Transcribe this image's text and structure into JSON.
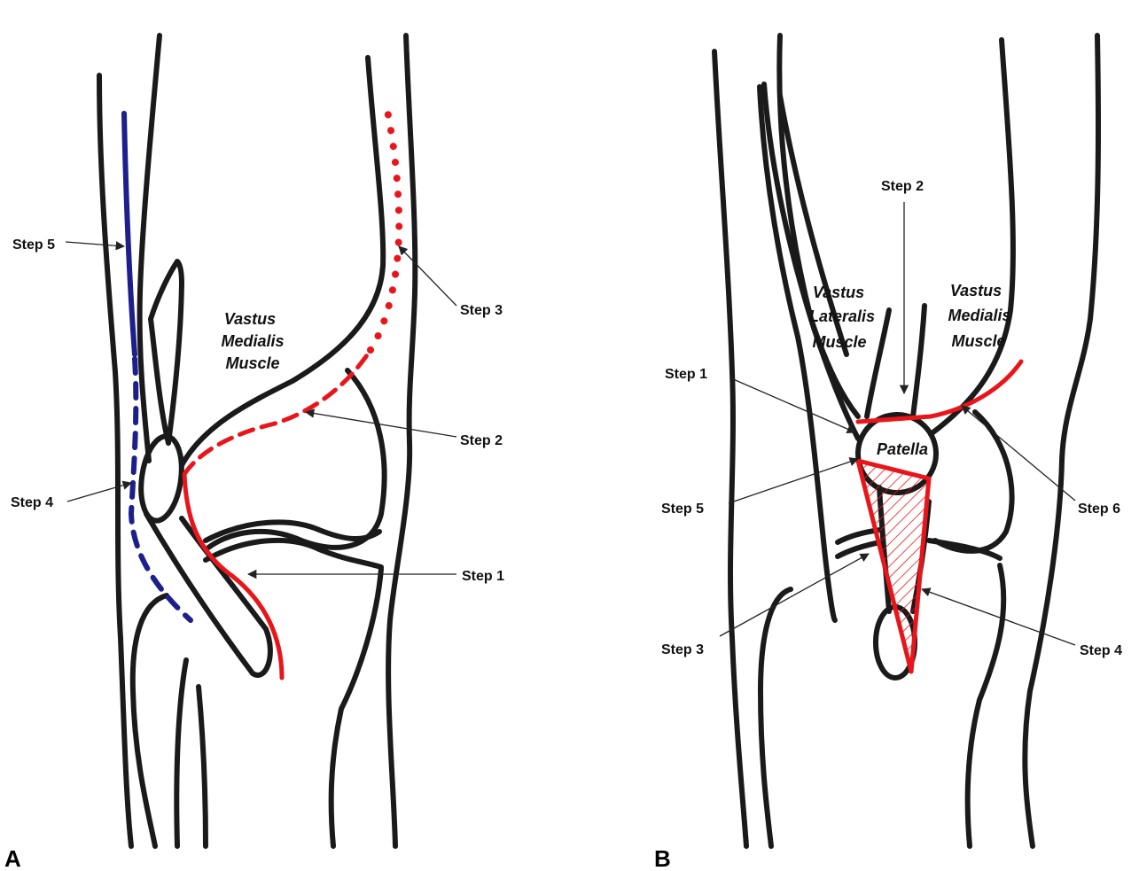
{
  "colors": {
    "outline": "#1a1a1a",
    "red_path": "#e8161b",
    "blue_path": "#1c1f8c"
  },
  "panel_a": {
    "letter": "A",
    "muscle_label": [
      "Vastus",
      "Medialis",
      "Muscle"
    ],
    "steps": {
      "step1": "Step 1",
      "step2": "Step 2",
      "step3": "Step 3",
      "step4": "Step 4",
      "step5": "Step 5"
    }
  },
  "panel_b": {
    "letter": "B",
    "lateralis_label": [
      "Vastus",
      "Lateralis",
      "Muscle"
    ],
    "medialis_label": [
      "Vastus",
      "Medialis",
      "Muscle"
    ],
    "patella_label": "Patella",
    "steps": {
      "step1": "Step 1",
      "step2": "Step 2",
      "step3": "Step 3",
      "step4": "Step 4",
      "step5": "Step 5",
      "step6": "Step 6"
    }
  }
}
